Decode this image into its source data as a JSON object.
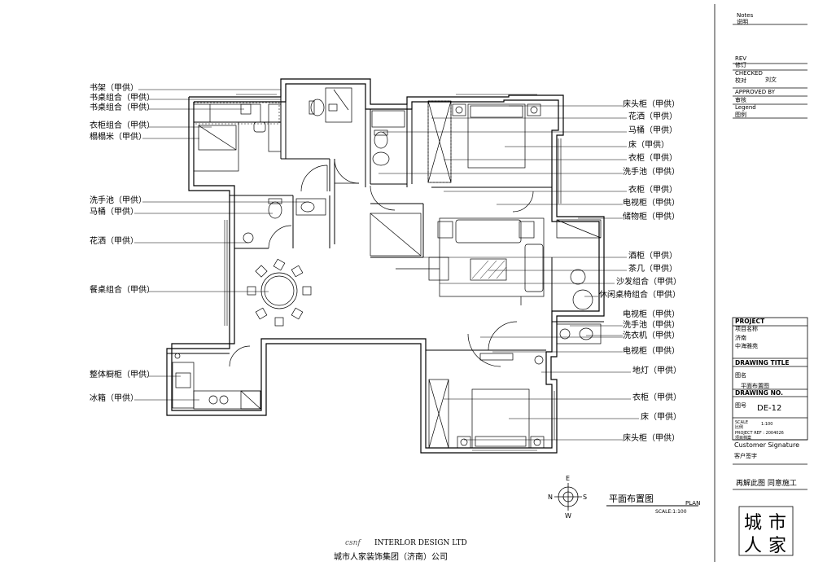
{
  "left_labels": [
    {
      "id": "shujia",
      "text": "书架（甲供）"
    },
    {
      "id": "shuzhuo1",
      "text": "书桌组合（甲供）"
    },
    {
      "id": "shuzhuo2",
      "text": "书桌组合（甲供）"
    },
    {
      "id": "yigui_zh",
      "text": "衣柜组合（甲供）"
    },
    {
      "id": "tatami",
      "text": "榻榻米（甲供）"
    },
    {
      "id": "xishouchi",
      "text": "洗手池（甲供）"
    },
    {
      "id": "matong",
      "text": "马桶（甲供）"
    },
    {
      "id": "huasa",
      "text": "花洒（甲供）"
    },
    {
      "id": "canzhuo",
      "text": "餐桌组合（甲供）"
    },
    {
      "id": "chugui",
      "text": "整体橱柜（甲供）"
    },
    {
      "id": "bingxiang",
      "text": "冰箱（甲供）"
    }
  ],
  "right_labels": [
    {
      "id": "chuangtougui1",
      "text": "床头柜（甲供）"
    },
    {
      "id": "huasa2",
      "text": "花洒（甲供）"
    },
    {
      "id": "matong2",
      "text": "马桶（甲供）"
    },
    {
      "id": "chuang1",
      "text": "床（甲供）"
    },
    {
      "id": "yigui1",
      "text": "衣柜（甲供）"
    },
    {
      "id": "xishouchi2",
      "text": "洗手池（甲供）"
    },
    {
      "id": "yigui2",
      "text": "衣柜（甲供）"
    },
    {
      "id": "dianshigui1",
      "text": "电视柜（甲供）"
    },
    {
      "id": "chuwugui",
      "text": "储物柜（甲供）"
    },
    {
      "id": "jiugui",
      "text": "酒柜（甲供）"
    },
    {
      "id": "chaji",
      "text": "茶几（甲供）"
    },
    {
      "id": "shafa",
      "text": "沙发组合（甲供）"
    },
    {
      "id": "xiuxian",
      "text": "休闲桌椅组合（甲供）"
    },
    {
      "id": "dianshigui2",
      "text": "电视柜（甲供）"
    },
    {
      "id": "xishouchi3",
      "text": "洗手池（甲供）"
    },
    {
      "id": "xiyiji",
      "text": "洗衣机（甲供）"
    },
    {
      "id": "dianshigui3",
      "text": "电视柜（甲供）"
    },
    {
      "id": "dideng",
      "text": "地灯（甲供）"
    },
    {
      "id": "yigui3",
      "text": "衣柜（甲供）"
    },
    {
      "id": "chuang2",
      "text": "床（甲供）"
    },
    {
      "id": "chuangtougui2",
      "text": "床头柜（甲供）"
    }
  ],
  "plan_title": {
    "title": "平面布置图",
    "type": "PLAN",
    "scale": "SCALE:1:100"
  },
  "compass": {
    "n": "N",
    "s": "S",
    "e": "E",
    "w": "W"
  },
  "company": {
    "logo": "csnf",
    "en": "INTERLOR DESIGN LTD",
    "cn": "城市人家装饰集团（济南）公司"
  },
  "title_block": {
    "notes": "Notes",
    "notes_cn": "说明",
    "rev": "REV",
    "rev_cn": "修订",
    "checked": "CHECKED",
    "checked_cn": "校对",
    "checked_name": "刘文",
    "approved": "APPROVED BY",
    "approved_cn": "审核",
    "legend": "Legend",
    "legend_cn": "图例",
    "project": "PROJECT",
    "project_cn": "项目名称",
    "project_city": "济南",
    "project_name": "中海雅苑",
    "drawing_title": "DRAWING TITLE",
    "drawing_title_cn": "图名",
    "drawing_title_val": "平面布置图",
    "drawing_no": "DRAWING NO.",
    "drawing_no_cn": "图号",
    "drawing_no_val": "DE-12",
    "scale": "SCALE",
    "scale_cn": "比例",
    "scale_val": "1:100",
    "project_ref": "PROJECT REF : 2004026",
    "project_ref_cn": "项目档案",
    "customer": "Customer Signature",
    "customer_cn": "客户签字",
    "stamp": "再解此图 同意施工",
    "seal": [
      "城",
      "市",
      "人",
      "家"
    ]
  }
}
